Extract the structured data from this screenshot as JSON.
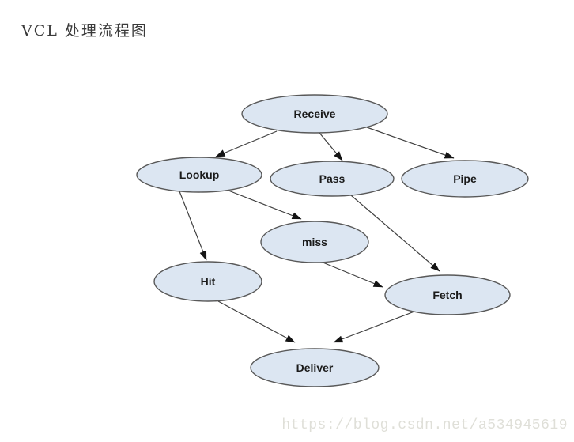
{
  "header": {
    "title": "VCL 处理流程图"
  },
  "diagram": {
    "type": "flowchart",
    "nodes": [
      {
        "id": "receive",
        "label": "Receive"
      },
      {
        "id": "lookup",
        "label": "Lookup"
      },
      {
        "id": "pass",
        "label": "Pass"
      },
      {
        "id": "pipe",
        "label": "Pipe"
      },
      {
        "id": "miss",
        "label": "miss"
      },
      {
        "id": "hit",
        "label": "Hit"
      },
      {
        "id": "fetch",
        "label": "Fetch"
      },
      {
        "id": "deliver",
        "label": "Deliver"
      }
    ],
    "edges": [
      {
        "from": "receive",
        "to": "lookup"
      },
      {
        "from": "receive",
        "to": "pass"
      },
      {
        "from": "receive",
        "to": "pipe"
      },
      {
        "from": "lookup",
        "to": "miss"
      },
      {
        "from": "lookup",
        "to": "hit"
      },
      {
        "from": "pass",
        "to": "fetch"
      },
      {
        "from": "miss",
        "to": "fetch"
      },
      {
        "from": "hit",
        "to": "deliver"
      },
      {
        "from": "fetch",
        "to": "deliver"
      }
    ],
    "colors": {
      "node_fill": "#dce6f2",
      "node_stroke": "#595959",
      "edge": "#3f3f3f",
      "label": "#1a1a1a"
    }
  },
  "watermark": {
    "text": "https://blog.csdn.net/a534945619"
  }
}
